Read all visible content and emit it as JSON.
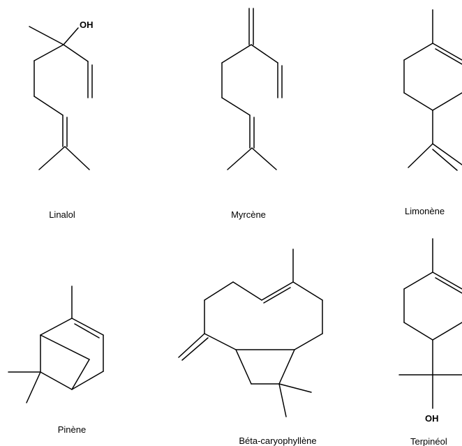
{
  "molecules": [
    {
      "name": "Linalol",
      "atoms": [
        "OH"
      ]
    },
    {
      "name": "Myrcène",
      "atoms": []
    },
    {
      "name": "Limonène",
      "atoms": []
    },
    {
      "name": "Pinène",
      "atoms": []
    },
    {
      "name": "Béta-caryophyllène",
      "atoms": []
    },
    {
      "name": "Terpinéol",
      "atoms": [
        "OH"
      ]
    }
  ]
}
